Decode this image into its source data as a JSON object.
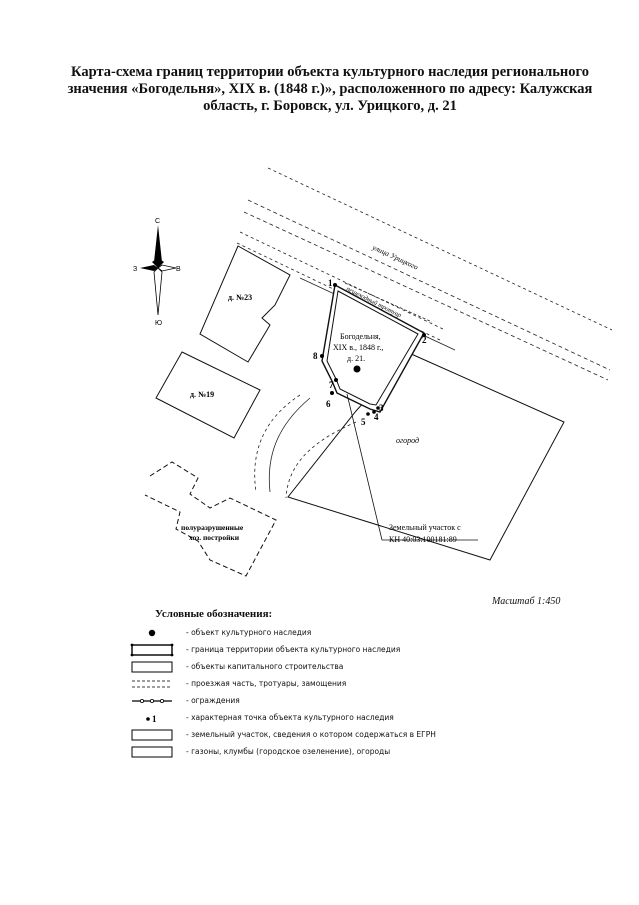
{
  "title": {
    "line1": "Карта-схема границ территории объекта культурного наследия  регионального",
    "line2": "значения «Богодельня», XIX в. (1848 г.)», расположенного по адресу: Калужская",
    "line3": "область, г. Боровск, ул. Урицкого, д. 21"
  },
  "compass": {
    "north": "С",
    "south": "Ю",
    "west": "З",
    "east": "В"
  },
  "map_labels": {
    "street": "улица Урицкого",
    "sidewalk": "пешеходный тротуар",
    "house23": "д. №23",
    "house19": "д. №19",
    "object_line1": "Богодельня,",
    "object_line2": "XIX в., 1848 г.,",
    "object_line3": "д. 21.",
    "garden": "огород",
    "ruined_line1": "полуразрушенные",
    "ruined_line2": "хоз. постройки",
    "parcel_line1": "Земельный участок с",
    "parcel_line2": "КН 40:03:100181:89"
  },
  "points": [
    "1",
    "2",
    "3",
    "4",
    "5",
    "6",
    "7",
    "8"
  ],
  "scale": "Масштаб 1:450",
  "legend": {
    "title": "Условные обозначения:",
    "items": [
      {
        "symbol": "dot",
        "text": "- объект культурного наследия"
      },
      {
        "symbol": "boundary",
        "text": "- граница территории объекта культурного наследия"
      },
      {
        "symbol": "rect",
        "text": "- объекты капитального строительства"
      },
      {
        "symbol": "dashed",
        "text": "- проезжая часть, тротуары, замощения"
      },
      {
        "symbol": "fence",
        "text": "- ограждения"
      },
      {
        "symbol": "point",
        "text": "- характерная точка объекта культурного наследия",
        "label": "1"
      },
      {
        "symbol": "rect",
        "text": "- земельный участок, сведения о котором содержаться в ЕГРН"
      },
      {
        "symbol": "rect",
        "text": "- газоны, клумбы (городское озеленение), огороды"
      }
    ]
  }
}
